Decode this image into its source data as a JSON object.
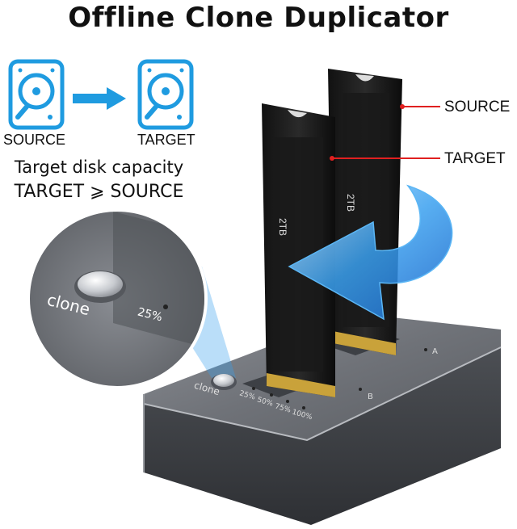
{
  "title": "Offline Clone Duplicator",
  "diagram": {
    "source_label": "SOURCE",
    "target_label": "TARGET",
    "source_icon": "hard-disk-icon",
    "target_icon": "hard-disk-icon",
    "arrow_icon": "arrow-right-icon",
    "icon_color": "#1f9be0"
  },
  "capacity": {
    "line1": "Target disk capacity",
    "line2": "TARGET ⩾ SOURCE"
  },
  "callouts": {
    "source": "SOURCE",
    "target": "TARGET",
    "line_color": "#e02020"
  },
  "ssd": {
    "front_capacity": "2TB",
    "back_capacity": "2TB"
  },
  "device": {
    "button_label": "clone",
    "led_labels": [
      "25%",
      "50%",
      "75%",
      "100%"
    ],
    "slot_a": "A",
    "slot_b": "B"
  },
  "zoom": {
    "button_label": "clone",
    "led_label": "25%"
  }
}
